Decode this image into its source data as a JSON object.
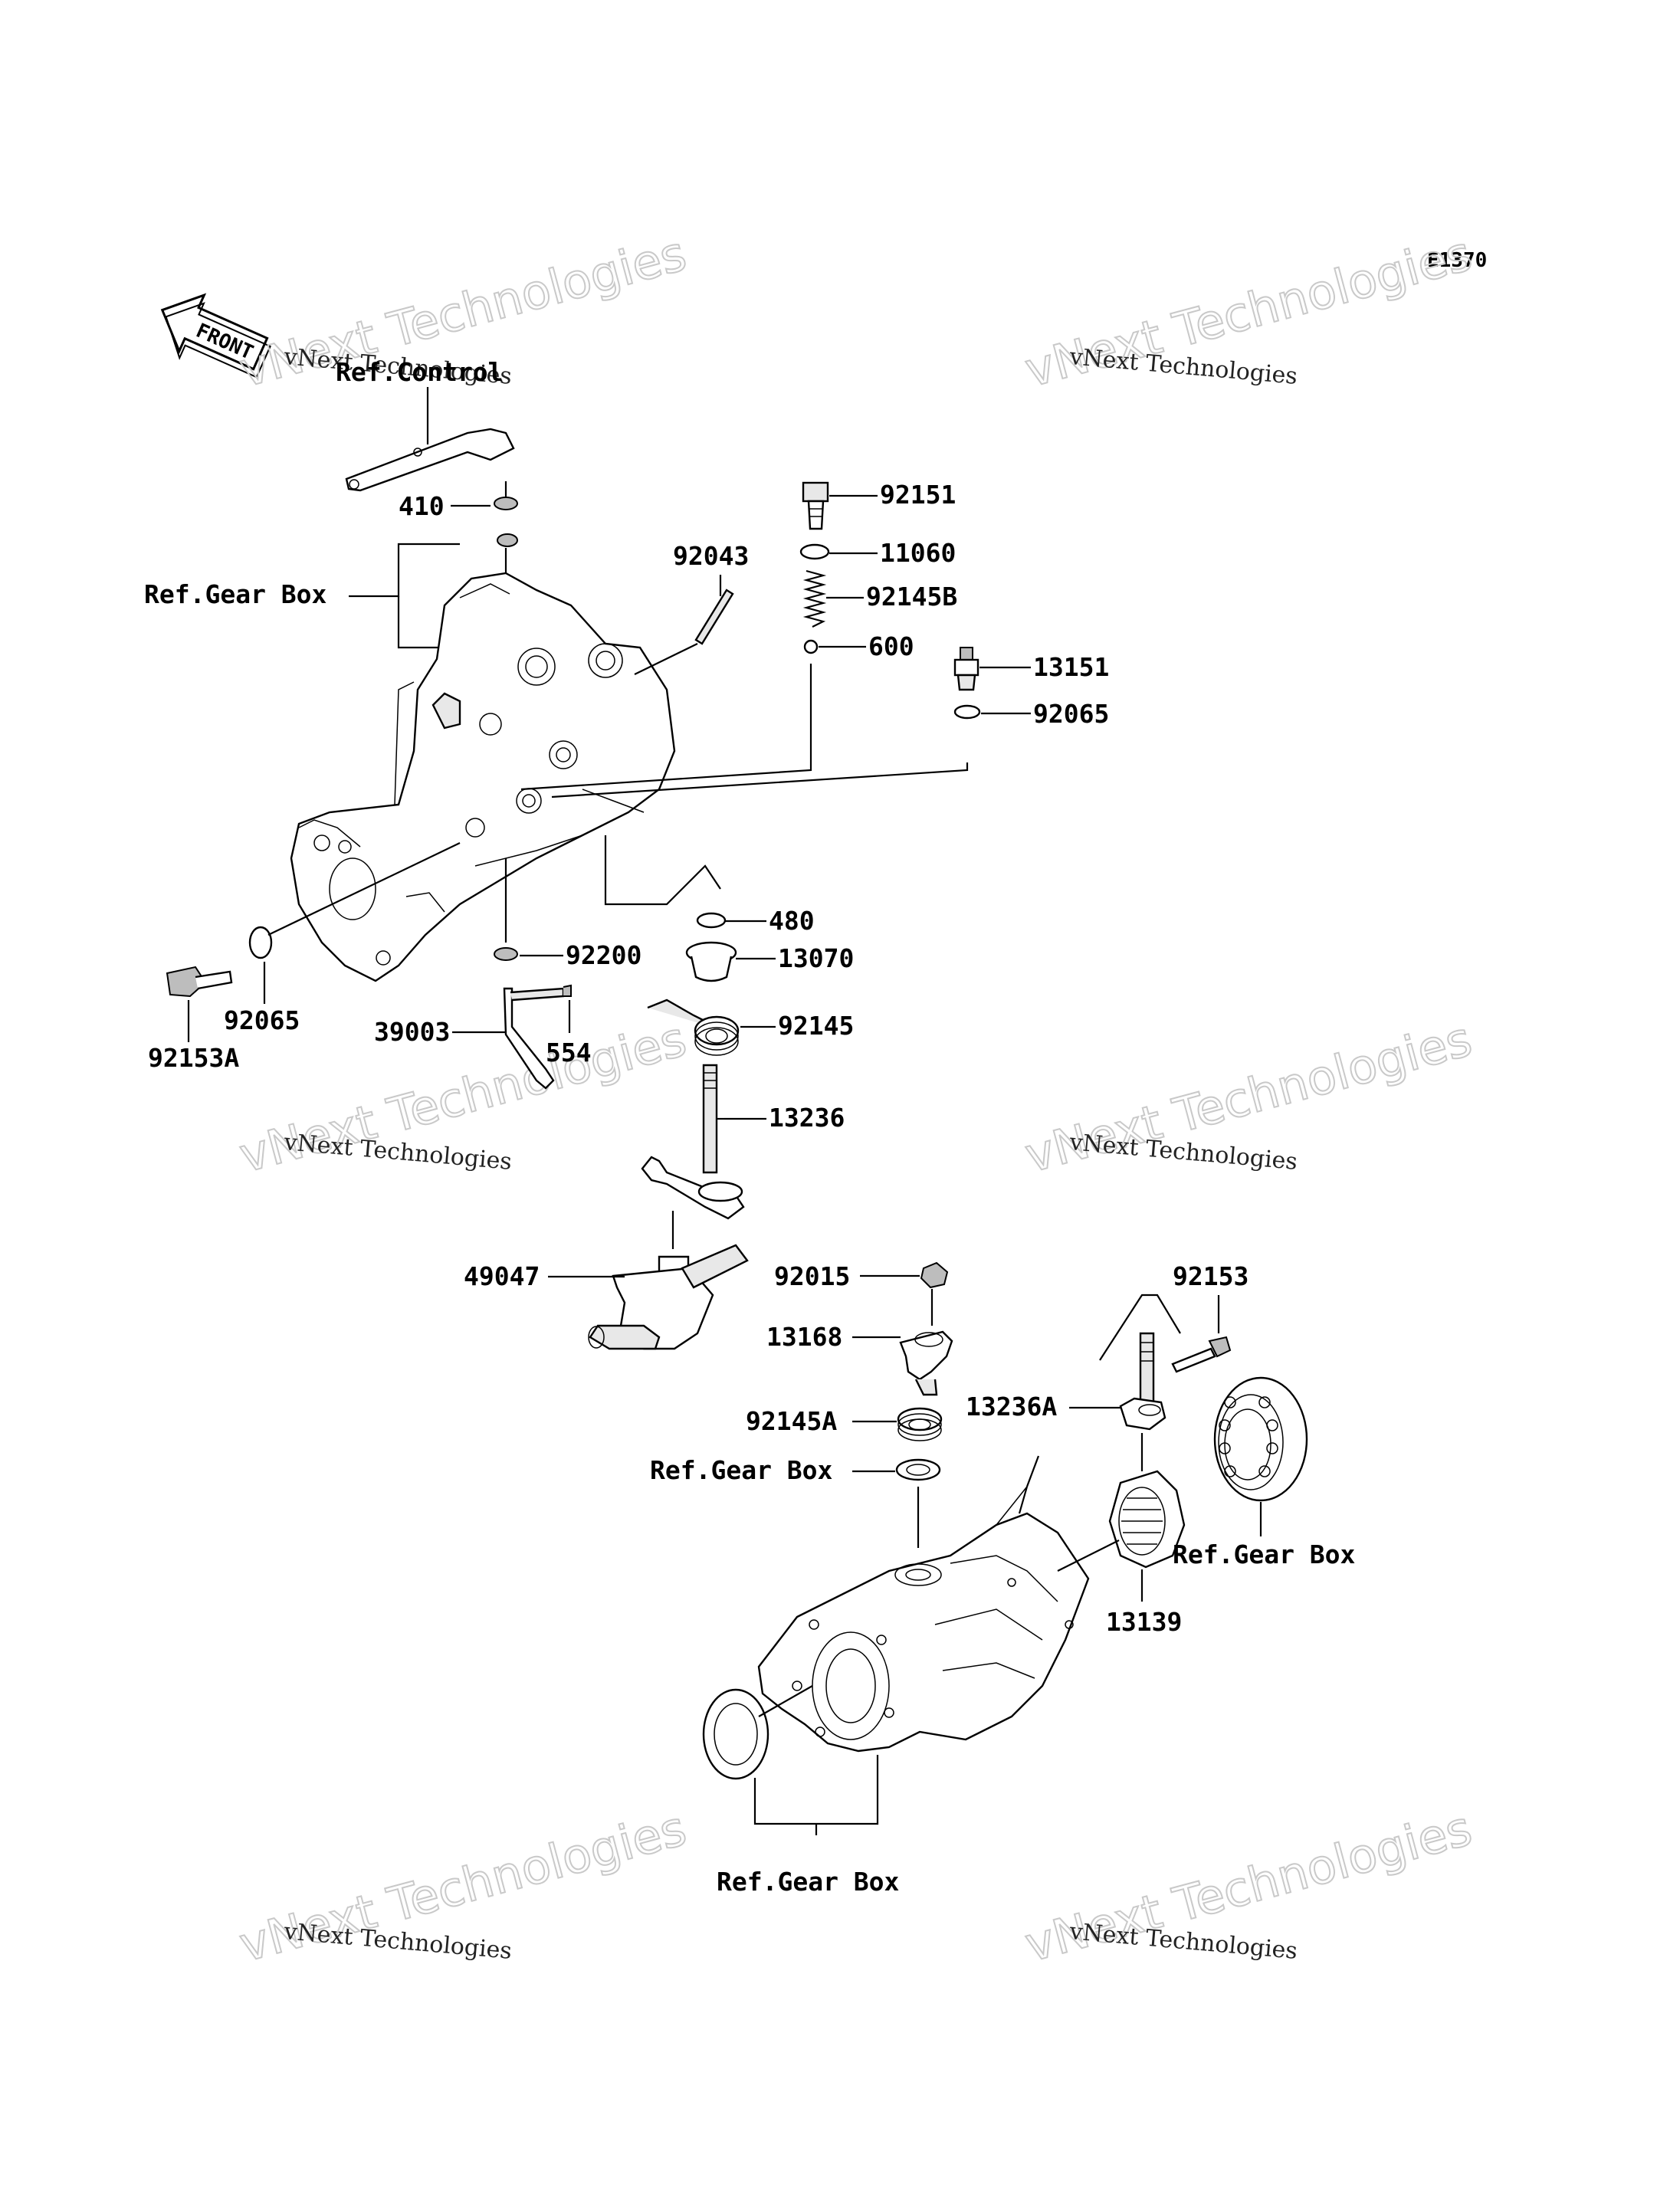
{
  "diagram": {
    "code": "E1370",
    "front_label": "FRONT",
    "watermark_line1": "vNext Technologies",
    "watermark_line2": "vNext Technologies",
    "labels": {
      "ref_control": "Ref.Control",
      "p410": "410",
      "ref_gear_box_1": "Ref.Gear Box",
      "p92043": "92043",
      "p92151": "92151",
      "p11060": "11060",
      "p92145B": "92145B",
      "p600": "600",
      "p13151": "13151",
      "p92065_right": "92065",
      "p480": "480",
      "p13070": "13070",
      "p92200": "92200",
      "p92145": "92145",
      "p92153A": "92153A",
      "p92065_left": "92065",
      "p39003": "39003",
      "p554": "554",
      "p13236": "13236",
      "p49047": "49047",
      "p92015": "92015",
      "p13168": "13168",
      "p92145A": "92145A",
      "ref_gear_box_2": "Ref.Gear Box",
      "p92153": "92153",
      "p13236A": "13236A",
      "ref_gear_box_3": "Ref.Gear Box",
      "p13139": "13139",
      "ref_gear_box_4": "Ref.Gear Box"
    }
  }
}
